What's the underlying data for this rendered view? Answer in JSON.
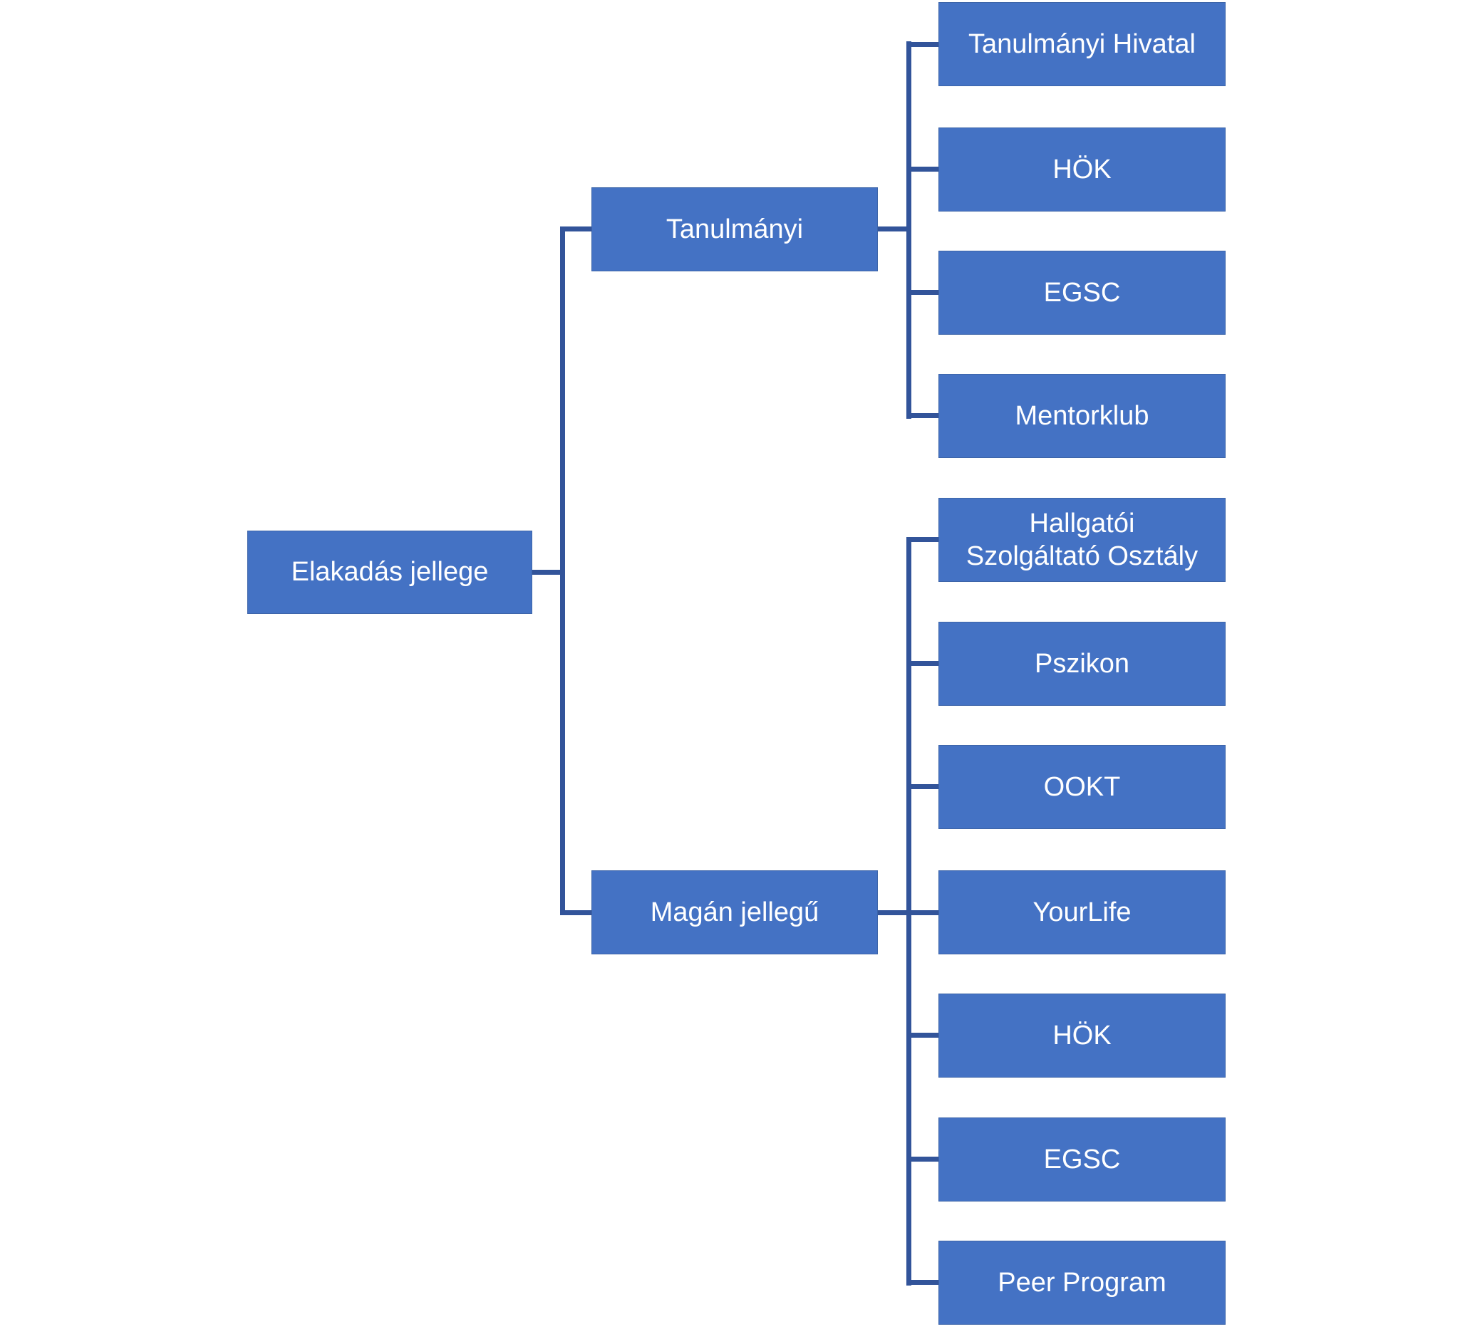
{
  "diagram": {
    "title": "Elakadás jellege hierarchy diagram",
    "root": {
      "label": "Elakadás jellege"
    },
    "branches": [
      {
        "label": "Tanulmányi",
        "children": [
          {
            "label": "Tanulmányi Hivatal"
          },
          {
            "label": "HÖK"
          },
          {
            "label": "EGSC"
          },
          {
            "label": "Mentorklub"
          }
        ]
      },
      {
        "label": "Magán jellegű",
        "children": [
          {
            "label": "Hallgatói\nSzolgáltató Osztály"
          },
          {
            "label": "Pszikon"
          },
          {
            "label": "OOKT"
          },
          {
            "label": "YourLife"
          },
          {
            "label": "HÖK"
          },
          {
            "label": "EGSC"
          },
          {
            "label": "Peer Program"
          }
        ]
      }
    ],
    "colors": {
      "box_fill": "#4472C4",
      "box_border": "#3D65A9",
      "connector": "#32549A",
      "text": "#FFFFFF",
      "background": "#FFFFFF"
    }
  }
}
